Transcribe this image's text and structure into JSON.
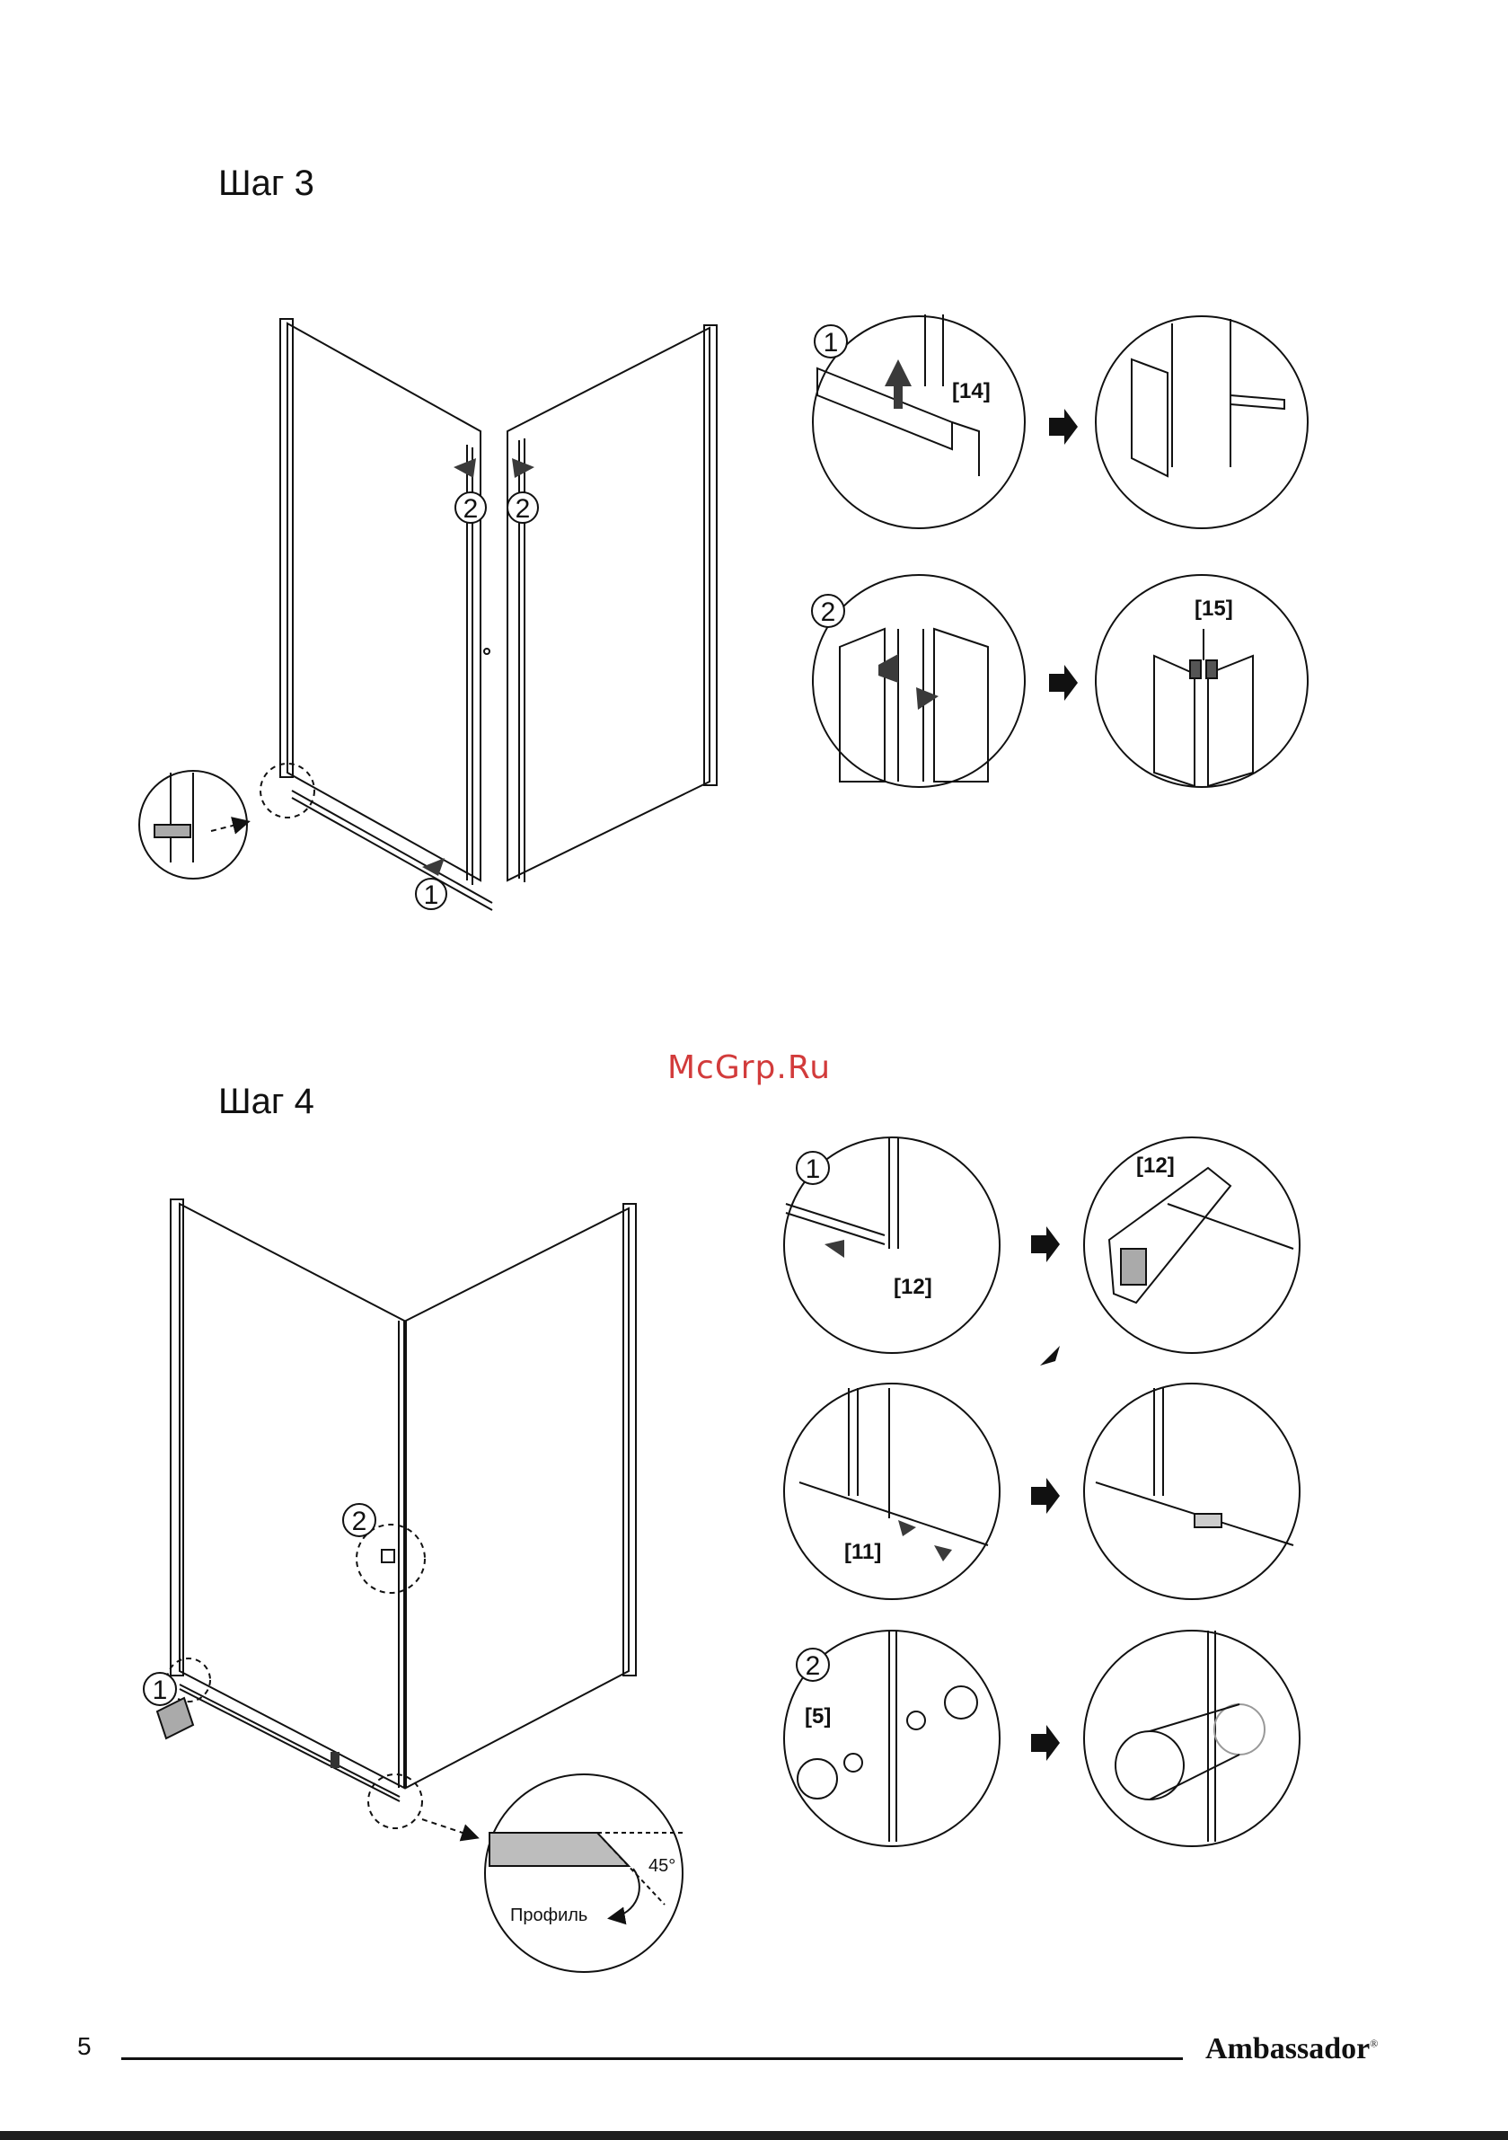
{
  "step3": {
    "title": "Шаг 3",
    "markers": {
      "one": "1",
      "two": "2"
    },
    "part_labels": {
      "seal": "[14]",
      "magnet": "[15]"
    }
  },
  "step4": {
    "title": "Шаг 4",
    "markers": {
      "one": "1",
      "two": "2"
    },
    "part_labels": {
      "profile_a": "[12]",
      "profile_b": "[12]",
      "bottom_seal": "[11]",
      "knob": "[5]"
    },
    "angle_label": "45°",
    "profile_label": "Профиль"
  },
  "watermark": "McGrp.Ru",
  "footer": {
    "page_number": "5",
    "brand": "Ambassador",
    "registered_mark": "®"
  },
  "colors": {
    "ink": "#111111",
    "arrow_fill": "#3a3a3a",
    "profile_fill": "#bdbdbd",
    "watermark": "#d23b3b"
  }
}
